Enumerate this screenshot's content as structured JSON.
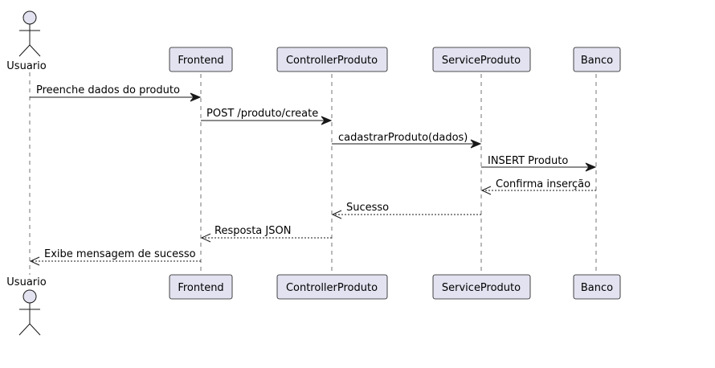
{
  "diagram": {
    "type": "sequence",
    "colors": {
      "participant_fill": "#e2e2f0",
      "line": "#181818"
    },
    "actor": {
      "label": "Usuario"
    },
    "participants": [
      {
        "id": "frontend",
        "label": "Frontend"
      },
      {
        "id": "controller",
        "label": "ControllerProduto"
      },
      {
        "id": "service",
        "label": "ServiceProduto"
      },
      {
        "id": "banco",
        "label": "Banco"
      }
    ],
    "messages": [
      {
        "from": "usuario",
        "to": "frontend",
        "label": "Preenche dados do produto",
        "kind": "sync"
      },
      {
        "from": "frontend",
        "to": "controller",
        "label": "POST /produto/create",
        "kind": "sync"
      },
      {
        "from": "controller",
        "to": "service",
        "label": "cadastrarProduto(dados)",
        "kind": "sync"
      },
      {
        "from": "service",
        "to": "banco",
        "label": "INSERT Produto",
        "kind": "sync"
      },
      {
        "from": "banco",
        "to": "service",
        "label": "Confirma inserção",
        "kind": "reply"
      },
      {
        "from": "service",
        "to": "controller",
        "label": "Sucesso",
        "kind": "reply"
      },
      {
        "from": "controller",
        "to": "frontend",
        "label": "Resposta JSON",
        "kind": "reply"
      },
      {
        "from": "frontend",
        "to": "usuario",
        "label": "Exibe mensagem de sucesso",
        "kind": "reply"
      }
    ]
  }
}
